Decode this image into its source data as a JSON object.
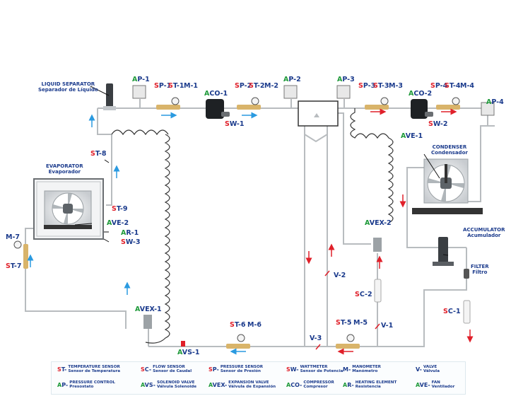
{
  "diagram": {
    "titles": {
      "liquid_separator": {
        "en": "LIQUID SEPARATOR",
        "es": "Separador de Líquido"
      },
      "evaporator": {
        "en": "EVAPORATOR",
        "es": "Evaporador"
      },
      "condenser": {
        "en": "CONDENSER",
        "es": "Condensador"
      },
      "accumulator": {
        "en": "ACCUMULATOR",
        "es": "Acumulador"
      },
      "filter": {
        "en": "FILTER",
        "es": "Filtro"
      }
    },
    "tags": {
      "ap1": {
        "prefix": "A",
        "rest": "P-1",
        "color": "green"
      },
      "ap2": {
        "prefix": "A",
        "rest": "P-2",
        "color": "green"
      },
      "ap3": {
        "prefix": "A",
        "rest": "P-3",
        "color": "green"
      },
      "ap4": {
        "prefix": "A",
        "rest": "P-4",
        "color": "green"
      },
      "sp1": {
        "prefix": "S",
        "rest": "P-1",
        "color": "red"
      },
      "st1": {
        "prefix": "S",
        "rest": "T-1",
        "color": "red"
      },
      "m1": {
        "prefix": "",
        "rest": "M-1"
      },
      "sp2": {
        "prefix": "S",
        "rest": "P-2",
        "color": "red"
      },
      "st2": {
        "prefix": "S",
        "rest": "T-2",
        "color": "red"
      },
      "m2": {
        "prefix": "",
        "rest": "M-2"
      },
      "sp3": {
        "prefix": "S",
        "rest": "P-3",
        "color": "red"
      },
      "st3": {
        "prefix": "S",
        "rest": "T-3",
        "color": "red"
      },
      "m3": {
        "prefix": "",
        "rest": "M-3"
      },
      "sp4": {
        "prefix": "S",
        "rest": "P-4",
        "color": "red"
      },
      "st4": {
        "prefix": "S",
        "rest": "T-4",
        "color": "red"
      },
      "m4": {
        "prefix": "",
        "rest": "M-4"
      },
      "aco1": {
        "prefix": "A",
        "rest": "CO-1",
        "color": "green"
      },
      "aco2": {
        "prefix": "A",
        "rest": "CO-2",
        "color": "green"
      },
      "sw1": {
        "prefix": "S",
        "rest": "W-1",
        "color": "red"
      },
      "sw2": {
        "prefix": "S",
        "rest": "W-2",
        "color": "red"
      },
      "sw3": {
        "prefix": "S",
        "rest": "W-3",
        "color": "red"
      },
      "st5": {
        "prefix": "S",
        "rest": "T-5",
        "color": "red"
      },
      "m5": {
        "prefix": "",
        "rest": "M-5"
      },
      "st6": {
        "prefix": "S",
        "rest": "T-6",
        "color": "red"
      },
      "m6": {
        "prefix": "",
        "rest": "M-6"
      },
      "st7": {
        "prefix": "S",
        "rest": "T-7",
        "color": "red"
      },
      "m7": {
        "prefix": "",
        "rest": "M-7"
      },
      "st8": {
        "prefix": "S",
        "rest": "T-8",
        "color": "red"
      },
      "st9": {
        "prefix": "S",
        "rest": "T-9",
        "color": "red"
      },
      "ave1": {
        "prefix": "A",
        "rest": "VE-1",
        "color": "green"
      },
      "ave2": {
        "prefix": "A",
        "rest": "VE-2",
        "color": "green"
      },
      "ar1": {
        "prefix": "A",
        "rest": "R-1",
        "color": "green"
      },
      "avex1": {
        "prefix": "A",
        "rest": "VEX-1",
        "color": "green"
      },
      "avex2": {
        "prefix": "A",
        "rest": "VEX-2",
        "color": "green"
      },
      "avs1": {
        "prefix": "A",
        "rest": "VS-1",
        "color": "green"
      },
      "sc1": {
        "prefix": "S",
        "rest": "C-1",
        "color": "red"
      },
      "sc2": {
        "prefix": "S",
        "rest": "C-2",
        "color": "red"
      },
      "v1": {
        "prefix": "",
        "rest": "V-1"
      },
      "v2": {
        "prefix": "",
        "rest": "V-2"
      },
      "v3": {
        "prefix": "",
        "rest": "V-3"
      }
    },
    "colors": {
      "pipe": "#b8bcbf",
      "label_blue": "#1a3a8c",
      "label_red": "#e0202a",
      "label_green": "#1f9a3a",
      "flow_blue": "#2a9ae0",
      "flow_red": "#e0202a",
      "sensor_pipe": "#d9b46a"
    }
  },
  "legend": [
    {
      "prefix": "S",
      "code": "T-",
      "color": "red",
      "en": "TEMPERATURE SENSOR",
      "es": "Sensor de Temperatura"
    },
    {
      "prefix": "S",
      "code": "C-",
      "color": "red",
      "en": "FLOW SENSOR",
      "es": "Sensor de Caudal"
    },
    {
      "prefix": "S",
      "code": "P-",
      "color": "red",
      "en": "PRESSURE SENSOR",
      "es": "Sensor de Presión"
    },
    {
      "prefix": "S",
      "code": "W-",
      "color": "red",
      "en": "WATTMETER",
      "es": "Sensor de Potencia"
    },
    {
      "prefix": "",
      "code": "M-",
      "color": "",
      "en": "MANOMETER",
      "es": "Manómetro"
    },
    {
      "prefix": "",
      "code": "V-",
      "color": "",
      "en": "VALVE",
      "es": "Válvula"
    },
    {
      "prefix": "A",
      "code": "P-",
      "color": "green",
      "en": "PRESSURE CONTROL",
      "es": "Presostato"
    },
    {
      "prefix": "A",
      "code": "VS-",
      "color": "green",
      "en": "SOLENOID VALVE",
      "es": "Válvula Solenoide"
    },
    {
      "prefix": "A",
      "code": "VEX-",
      "color": "green",
      "en": "EXPANSION VALVE",
      "es": "Válvula de Expansión"
    },
    {
      "prefix": "A",
      "code": "CO-",
      "color": "green",
      "en": "COMPRESSOR",
      "es": "Compresor"
    },
    {
      "prefix": "A",
      "code": "R-",
      "color": "green",
      "en": "HEATING ELEMENT",
      "es": "Resistencia"
    },
    {
      "prefix": "A",
      "code": "VE-",
      "color": "green",
      "en": "FAN",
      "es": "Ventilador"
    }
  ]
}
